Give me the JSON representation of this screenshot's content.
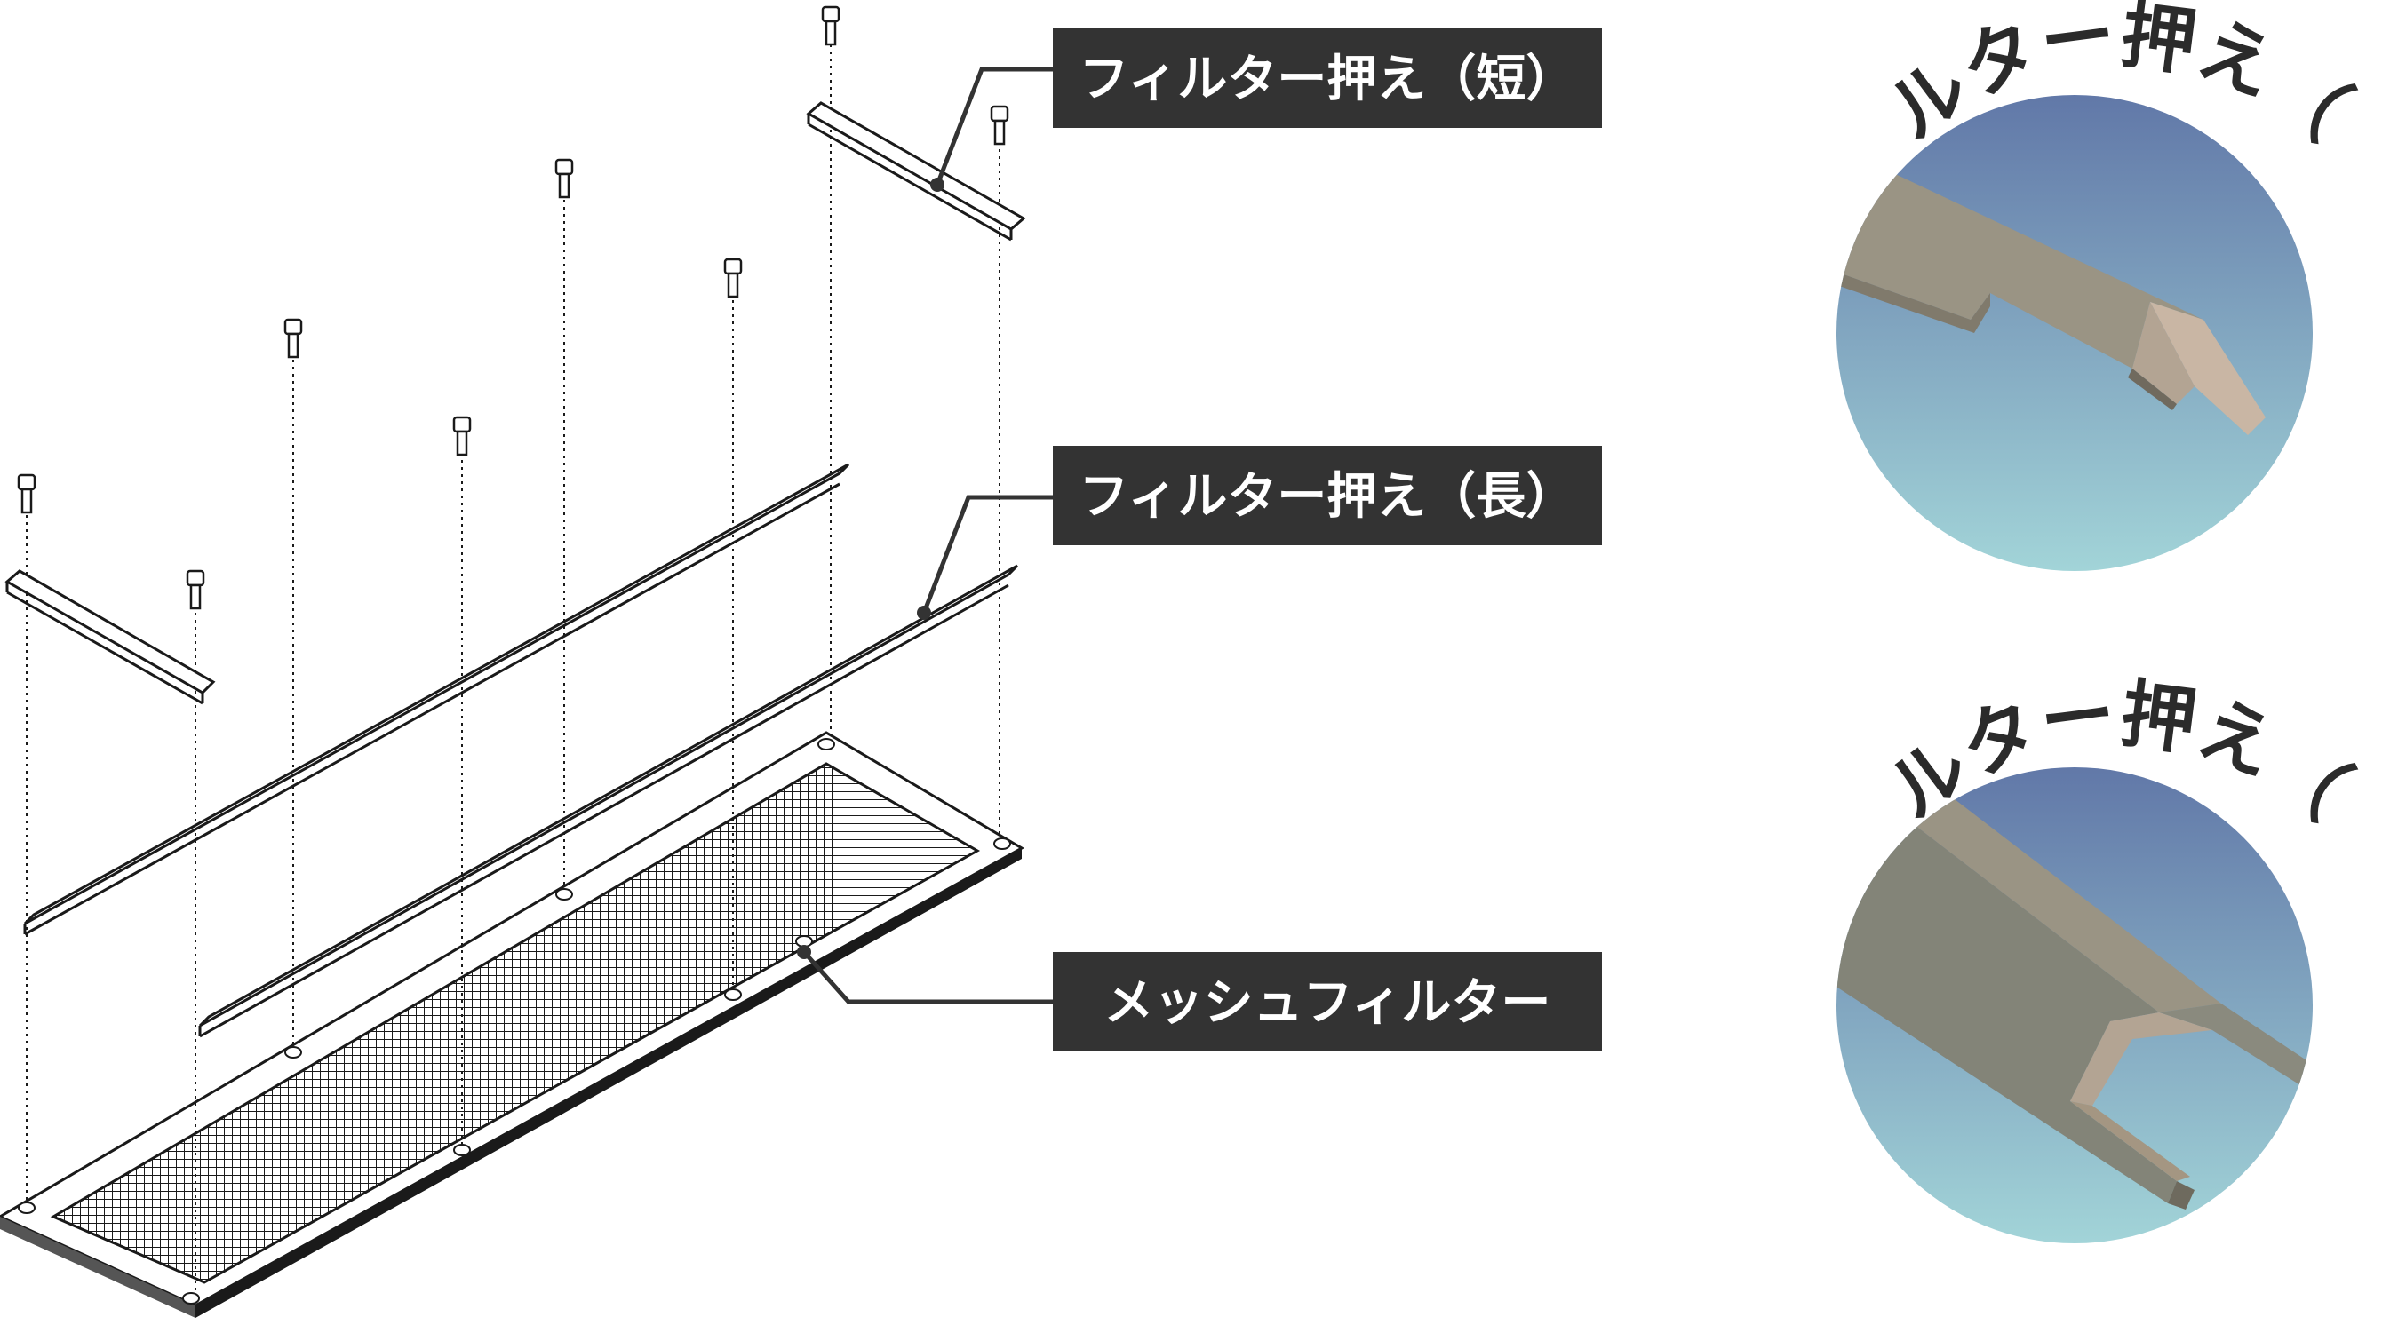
{
  "callouts": {
    "short_holder": "フィルター押え（短）",
    "long_holder": "フィルター押え（長）",
    "mesh_filter": "メッシュフィルター"
  },
  "details": {
    "short_title": "フィルター押え（短）",
    "long_title": "フィルター押え（長）"
  },
  "colors": {
    "label_bg": "#333333",
    "label_text": "#ffffff",
    "line": "#1a1a1a",
    "circle_top": "#6178a8",
    "circle_bottom": "#9fd1d6",
    "part_face": "#9a9484",
    "part_edge": "#c9b6a4"
  }
}
